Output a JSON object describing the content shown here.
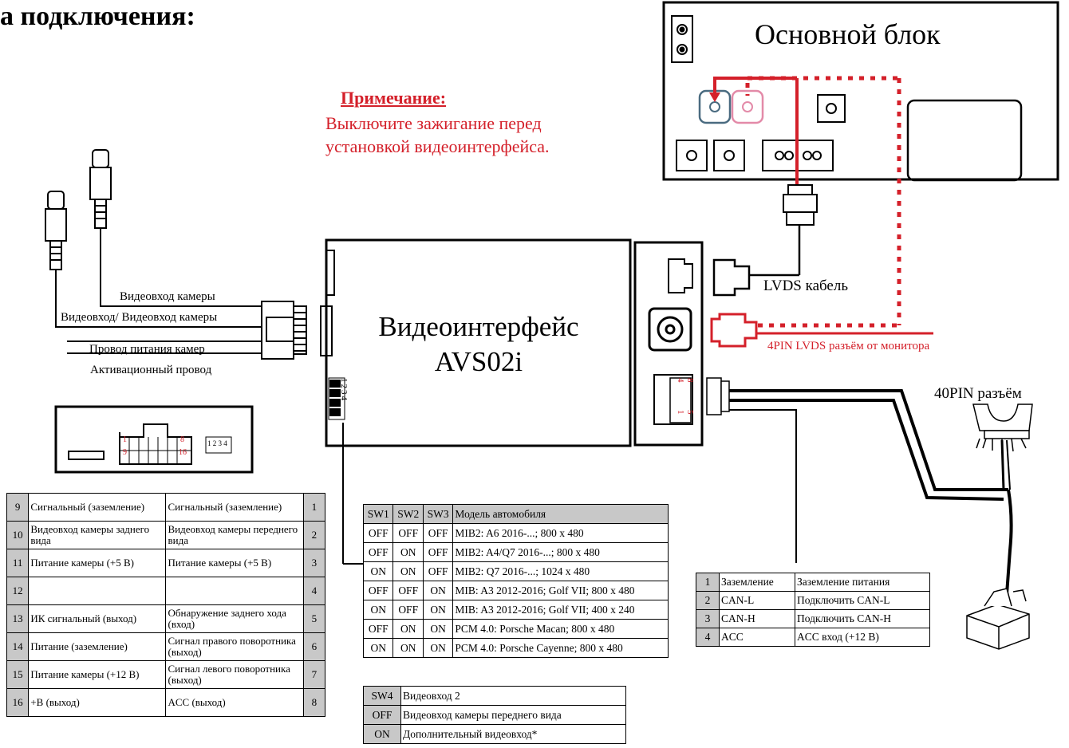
{
  "title": "а подключения:",
  "note": {
    "heading": "Примечание:",
    "body": "Выключите зажигание перед установкой видеоинтерфейса."
  },
  "main_unit_label": "Основной блок",
  "interface_label": {
    "line1": "Видеоинтерфейс",
    "line2": "AVS02i"
  },
  "lvds_cable_label": "LVDS кабель",
  "lvds_4pin_label": "4PIN LVDS разъём от монитора",
  "pin40_label": "40PIN разъём",
  "wires": {
    "w1": "Видеовход камеры",
    "w2": "Видеовход/ Видеовход камеры",
    "w3": "Провод питания камер",
    "w4": "Активационный провод"
  },
  "small_connector": {
    "n1": "1",
    "n8": "8",
    "n9": "9",
    "n16": "16",
    "dip": "1 2 3 4"
  },
  "dip_numbers": "1234",
  "can_connector": {
    "a": "4",
    "b": "8",
    "c": "1",
    "d": "5"
  },
  "pin_table": [
    {
      "left_no": "9",
      "left": "Сигнальный (заземление)",
      "right": "Сигнальный (заземление)",
      "right_no": "1"
    },
    {
      "left_no": "10",
      "left": "Видеовход камеры заднего вида",
      "right": "Видеовход камеры переднего вида",
      "right_no": "2"
    },
    {
      "left_no": "11",
      "left": "Питание камеры (+5 В)",
      "right": "Питание камеры (+5 В)",
      "right_no": "3"
    },
    {
      "left_no": "12",
      "left": "",
      "right": "",
      "right_no": "4"
    },
    {
      "left_no": "13",
      "left": "ИК сигнальный (выход)",
      "right": "Обнаружение заднего хода (вход)",
      "right_no": "5"
    },
    {
      "left_no": "14",
      "left": "Питание (заземление)",
      "right": "Сигнал правого поворотника (выход)",
      "right_no": "6"
    },
    {
      "left_no": "15",
      "left": "Питание камеры (+12 В)",
      "right": "Сигнал левого поворотника (выход)",
      "right_no": "7"
    },
    {
      "left_no": "16",
      "left": "+B (выход)",
      "right": "ACC (выход)",
      "right_no": "8"
    }
  ],
  "sw_table": {
    "headers": [
      "SW1",
      "SW2",
      "SW3",
      "Модель автомобиля"
    ],
    "rows": [
      [
        "OFF",
        "OFF",
        "OFF",
        "MIB2: A6 2016-...; 800 x 480"
      ],
      [
        "OFF",
        "ON",
        "OFF",
        "MIB2: A4/Q7 2016-...; 800 x 480"
      ],
      [
        "ON",
        "ON",
        "OFF",
        "MIB2: Q7 2016-...; 1024 x 480"
      ],
      [
        "OFF",
        "OFF",
        "ON",
        "MIB: A3 2012-2016; Golf VII; 800 x 480"
      ],
      [
        "ON",
        "OFF",
        "ON",
        "MIB: A3 2012-2016; Golf VII; 400 x 240"
      ],
      [
        "OFF",
        "ON",
        "ON",
        "PCM 4.0: Porsche Macan; 800 x 480"
      ],
      [
        "ON",
        "ON",
        "ON",
        "PCM 4.0: Porsche Cayenne; 800 x 480"
      ]
    ]
  },
  "sw4_table": {
    "headers": [
      "SW4",
      "Видеовход 2"
    ],
    "rows": [
      [
        "OFF",
        "Видеовход камеры переднего вида"
      ],
      [
        "ON",
        "Дополнительный видеовход*"
      ]
    ]
  },
  "can_table": [
    [
      "1",
      "Заземление",
      "Заземление питания"
    ],
    [
      "2",
      "CAN-L",
      "Подключить CAN-L"
    ],
    [
      "3",
      "CAN-H",
      "Подключить CAN-H"
    ],
    [
      "4",
      "ACC",
      "ACC вход (+12 В)"
    ]
  ],
  "colors": {
    "red": "#d4202a",
    "pink": "#e38aa8",
    "blue_gray": "#4a6b80",
    "table_gray": "#c8c8c8"
  }
}
